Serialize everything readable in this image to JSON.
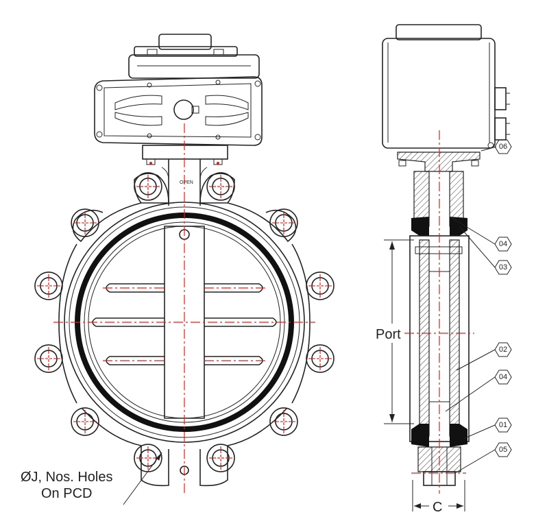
{
  "front_view": {
    "open_label": "OPEN",
    "holes_callout_line1": "ØJ, Nos. Holes",
    "holes_callout_line2": "On PCD"
  },
  "side_view": {
    "port_label": "Port",
    "width_label": "C",
    "part_tags": {
      "t06": "06",
      "t04a": "04",
      "t03": "03",
      "t02": "02",
      "t04b": "04",
      "t01": "01",
      "t05": "05"
    }
  },
  "colors": {
    "outline": "#222222",
    "centerline": "#e0201b",
    "seat": "#111111"
  }
}
